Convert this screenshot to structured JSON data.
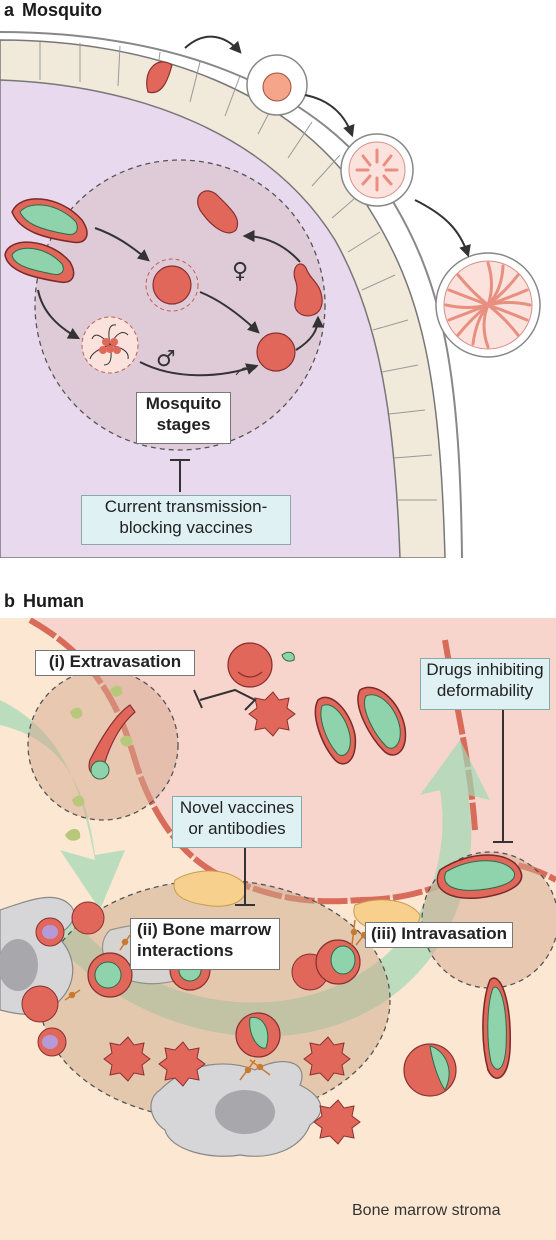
{
  "panel_a": {
    "letter": "a",
    "title": "Mosquito",
    "stages_label": "Mosquito stages",
    "female_symbol": "♀",
    "male_symbol": "♂",
    "vaccine_box": "Current transmission-blocking vaccines"
  },
  "panel_b": {
    "letter": "b",
    "title": "Human",
    "extravasation": "(i) Extravasation",
    "bone_marrow": "(ii) Bone marrow interactions",
    "intravasation": "(iii) Intravasation",
    "novel_box": "Novel vaccines or antibodies",
    "drugs_box": "Drugs inhibiting deformability",
    "stroma": "Bone marrow stroma"
  },
  "colors": {
    "mosquito_cytoplasm": "#e8d9ef",
    "epithelium": "#f1eadb",
    "parasite_red": "#e0675a",
    "parasite_green": "#8fd3ad",
    "human_bg": "#fce8d2",
    "vessel": "#f8d5cc",
    "flow_arrow": "#9fd8b5",
    "box_blue": "#dff1f3"
  }
}
